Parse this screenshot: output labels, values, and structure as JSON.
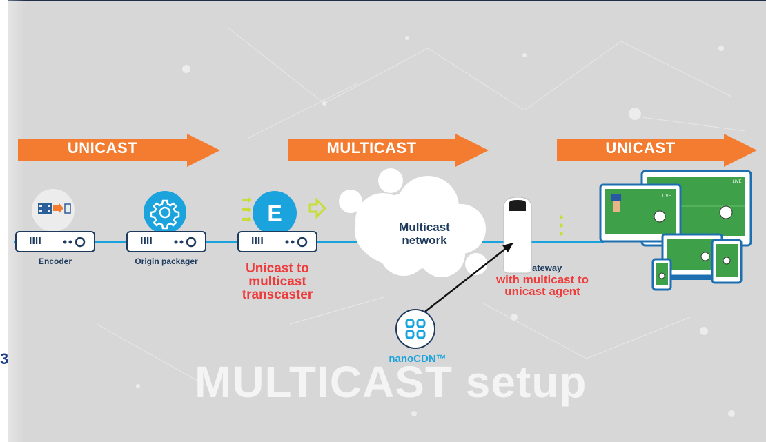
{
  "bands": [
    {
      "label": "UNICAST"
    },
    {
      "label": "MULTICAST"
    },
    {
      "label": "UNICAST"
    }
  ],
  "servers": [
    {
      "bars": "IIII",
      "label": "Encoder"
    },
    {
      "bars": "IIII",
      "label": "Origin packager"
    },
    {
      "bars": "IIII",
      "label": ""
    }
  ],
  "transcaster": {
    "letter": "E",
    "label_lines": [
      "Unicast to",
      "multicast",
      "transcaster"
    ]
  },
  "cloud": {
    "label_lines": [
      "Multicast",
      "network"
    ]
  },
  "gateway": {
    "partial_label": "ateway",
    "label_lines": [
      "with multicast to",
      "unicast agent"
    ]
  },
  "screens": {
    "live_badge": "LIVE"
  },
  "nanocdn": {
    "label": "nanoCDN™"
  },
  "title": "MULTICAST setup",
  "edge_char": "3",
  "colors": {
    "accent_orange": "#f47c30",
    "line_blue": "#1aa3dd",
    "icon_blue": "#1aa3dd",
    "navy": "#1e3b5e",
    "label_red": "#ee3b3b",
    "background": "#d7d7d7"
  },
  "icons": [
    "film-arrow-icon",
    "gear-icon",
    "letter-e-icon",
    "grid-icon",
    "router-device",
    "tv-monitor",
    "laptop",
    "tablet",
    "phone"
  ]
}
